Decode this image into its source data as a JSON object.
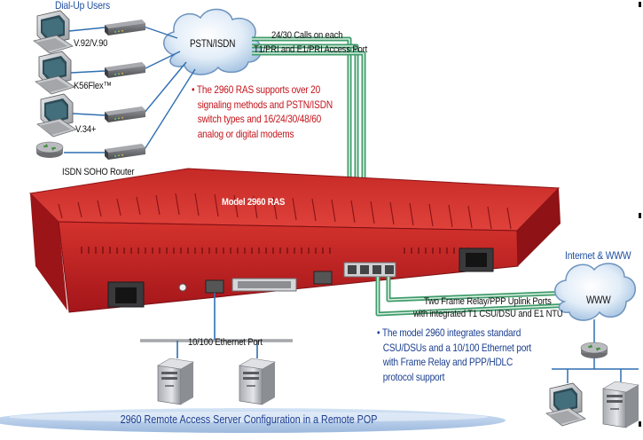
{
  "groups": {
    "dialup_title": "Dial-Up Users",
    "internet_title": "Internet & WWW"
  },
  "devices": {
    "modem_v92": "V.92/V.90",
    "modem_k56": "K56Flex™",
    "modem_v34": "V.34+",
    "router_isdn": "ISDN SOHO Router"
  },
  "clouds": {
    "pstn": "PSTN/ISDN",
    "www": "WWW"
  },
  "links": {
    "calls_line1": "24/30 Calls on each",
    "calls_line2": "T1/PRI and E1/PRI Access Port",
    "uplink_line1": "Two Frame Relay/PPP Uplink Ports",
    "uplink_line2": "with integrated T1 CSU/DSU and E1 NTU",
    "ethernet_port": "10/100 Ethernet Port"
  },
  "chassis": {
    "model": "Model 2960 RAS"
  },
  "notes": {
    "pstn_support": [
      "The 2960 RAS supports over 20",
      "signaling methods and PSTN/ISDN",
      "switch types and 16/24/30/48/60",
      "analog or digital modems"
    ],
    "csu_support": [
      "The model 2960 integrates standard",
      "CSU/DSUs and a 10/100 Ethernet port",
      "with Frame Relay and PPP/HDLC",
      "protocol support"
    ]
  },
  "caption": "2960 Remote Access Server Configuration in a Remote POP",
  "colors": {
    "chassis_red": "#c8201f",
    "note_red": "#c4141b",
    "note_blue": "#1c3f8f",
    "trunk_green": "#3f9c6b",
    "cable_blue": "#2f6fb0"
  }
}
